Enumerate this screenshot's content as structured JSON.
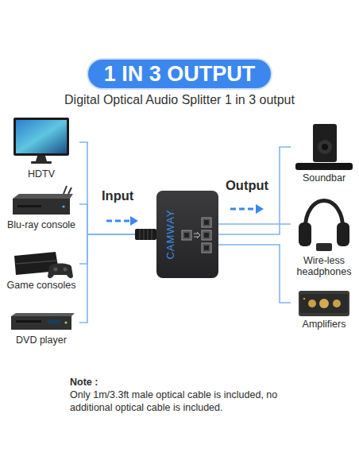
{
  "diagram": {
    "title": "1 IN 3 OUTPUT",
    "nodes": [
      {
        "text": [
          "HDTV"
        ]
      },
      {
        "text": [
          "Blu-ray console"
        ]
      },
      {
        "text": [
          "Game consoles"
        ]
      },
      {
        "text": [
          "DVD player"
        ]
      },
      {
        "text": [
          "CAMWAY"
        ]
      },
      {
        "text": [
          "Soundbar"
        ]
      },
      {
        "text": [
          "Wire-less headphones"
        ]
      },
      {
        "text": [
          "Amplifiers"
        ]
      }
    ],
    "edges": [
      {
        "from": 0,
        "to": 4,
        "arrow": "none"
      },
      {
        "from": 1,
        "to": 4,
        "arrow": "none"
      },
      {
        "from": 2,
        "to": 4,
        "arrow": "none"
      },
      {
        "from": 3,
        "to": 4,
        "arrow": "none"
      },
      {
        "from": 4,
        "to": 5,
        "arrow": "none"
      },
      {
        "from": 4,
        "to": 6,
        "arrow": "none"
      },
      {
        "from": 4,
        "to": 7,
        "arrow": "none"
      }
    ],
    "labels": [
      "Digital Optical Audio Splitter 1 in 3 output",
      "Input",
      "Output",
      "Note :",
      "Only 1m/3.3ft male optical cable is included, no additional optical cable is included."
    ]
  }
}
